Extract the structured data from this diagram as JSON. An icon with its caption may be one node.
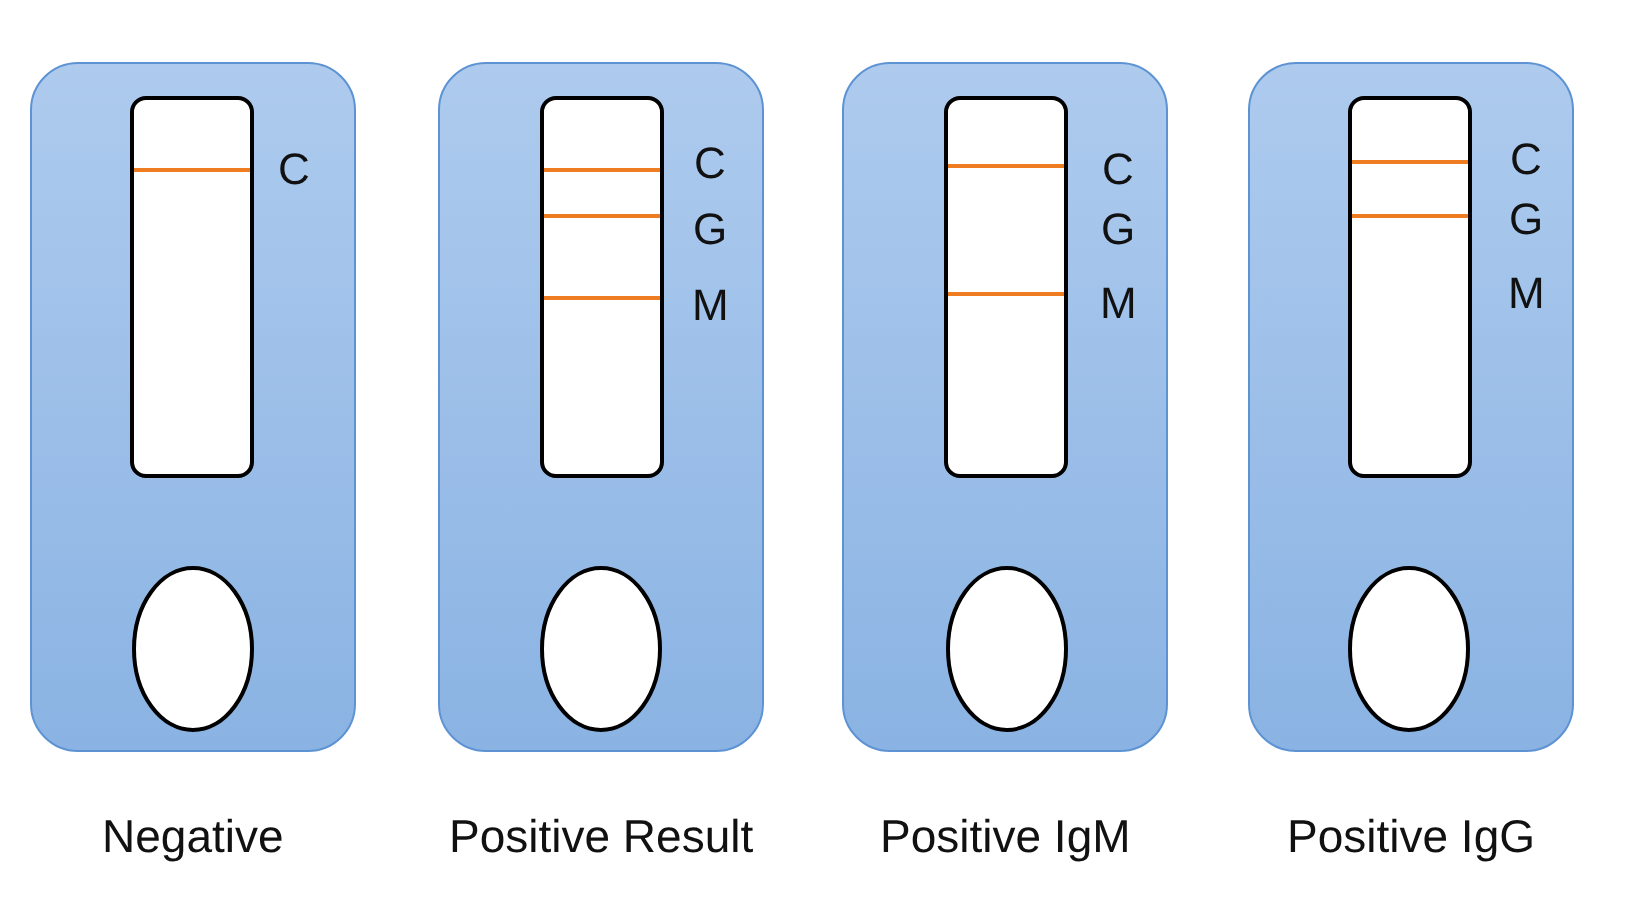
{
  "diagram": {
    "nodes": [
      {
        "text": [
          "Negative"
        ]
      },
      {
        "text": [],
        "shape": "box",
        "in": 0,
        "beside": [
          "C"
        ]
      },
      {
        "text": [],
        "shape": "bar",
        "in": 1
      },
      {
        "text": [],
        "shape": "circle",
        "in": 0
      },
      {
        "text": [
          "Positive Result"
        ]
      },
      {
        "text": [],
        "shape": "box",
        "in": 4,
        "beside": [
          "C",
          "G",
          "M"
        ]
      },
      {
        "text": [],
        "shape": "bar",
        "in": 5
      },
      {
        "text": [],
        "shape": "bar",
        "in": 5
      },
      {
        "text": [],
        "shape": "bar",
        "in": 5
      },
      {
        "text": [],
        "shape": "circle",
        "in": 4
      },
      {
        "text": [
          "Positive IgM"
        ]
      },
      {
        "text": [],
        "shape": "box",
        "in": 10,
        "beside": [
          "C",
          "G",
          "M"
        ]
      },
      {
        "text": [],
        "shape": "bar",
        "in": 11
      },
      {
        "text": [],
        "shape": "bar",
        "in": 11
      },
      {
        "text": [],
        "shape": "circle",
        "in": 10
      },
      {
        "text": [
          "Positive IgG"
        ]
      },
      {
        "text": [],
        "shape": "box",
        "in": 15,
        "beside": [
          "C",
          "G",
          "M"
        ]
      },
      {
        "text": [],
        "shape": "bar",
        "in": 16
      },
      {
        "text": [],
        "shape": "bar",
        "in": 16
      },
      {
        "text": [],
        "shape": "circle",
        "in": 15
      }
    ]
  }
}
